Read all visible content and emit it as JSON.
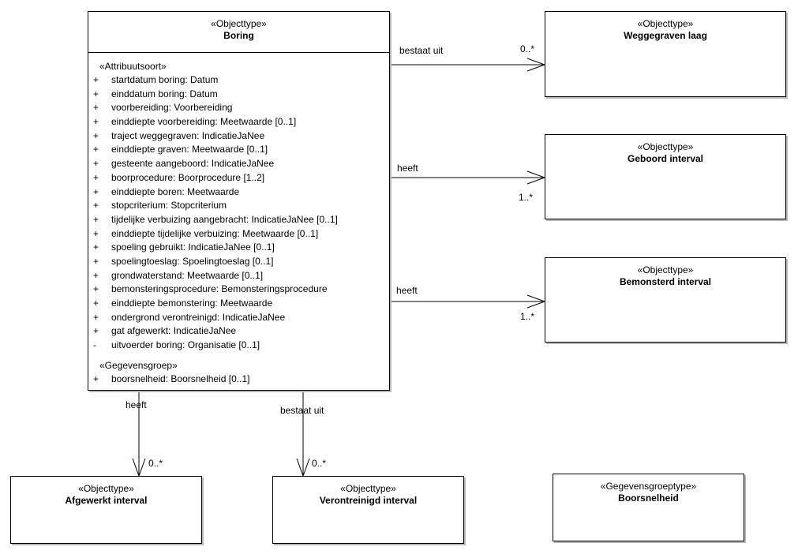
{
  "main_class": {
    "stereotype": "«Objecttype»",
    "name": "Boring",
    "attributes_header": "«Attribuutsoort»",
    "attributes": [
      {
        "vis": "+",
        "text": "startdatum boring: Datum"
      },
      {
        "vis": "+",
        "text": "einddatum boring: Datum"
      },
      {
        "vis": "+",
        "text": "voorbereiding: Voorbereiding"
      },
      {
        "vis": "+",
        "text": "einddiepte voorbereiding: Meetwaarde [0..1]"
      },
      {
        "vis": "+",
        "text": "traject weggegraven: IndicatieJaNee"
      },
      {
        "vis": "+",
        "text": "einddiepte graven: Meetwaarde [0..1]"
      },
      {
        "vis": "+",
        "text": "gesteente aangeboord: IndicatieJaNee"
      },
      {
        "vis": "+",
        "text": "boorprocedure: Boorprocedure [1..2]"
      },
      {
        "vis": "+",
        "text": "einddiepte boren: Meetwaarde"
      },
      {
        "vis": "+",
        "text": "stopcriterium: Stopcriterium"
      },
      {
        "vis": "+",
        "text": "tijdelijke verbuizing aangebracht: IndicatieJaNee [0..1]"
      },
      {
        "vis": "+",
        "text": "einddiepte tijdelijke verbuizing: Meetwaarde [0..1]"
      },
      {
        "vis": "+",
        "text": "spoeling gebruikt: IndicatieJaNee [0..1]"
      },
      {
        "vis": "+",
        "text": "spoelingtoeslag: Spoelingtoeslag [0..1]"
      },
      {
        "vis": "+",
        "text": "grondwaterstand: Meetwaarde [0..1]"
      },
      {
        "vis": "+",
        "text": "bemonsteringsprocedure: Bemonsteringsprocedure"
      },
      {
        "vis": "+",
        "text": "einddiepte bemonstering: Meetwaarde"
      },
      {
        "vis": "+",
        "text": "ondergrond verontreinigd: IndicatieJaNee"
      },
      {
        "vis": "+",
        "text": "gat afgewerkt: IndicatieJaNee"
      },
      {
        "vis": "-",
        "text": "uitvoerder boring: Organisatie [0..1]"
      }
    ],
    "group_header": "«Gegevensgroep»",
    "group_attributes": [
      {
        "vis": "+",
        "text": "boorsnelheid: Boorsnelheid [0..1]"
      }
    ]
  },
  "classes": {
    "weggegraven": {
      "stereotype": "«Objecttype»",
      "name": "Weggegraven laag"
    },
    "geboord": {
      "stereotype": "«Objecttype»",
      "name": "Geboord interval"
    },
    "bemonsterd": {
      "stereotype": "«Objecttype»",
      "name": "Bemonsterd interval"
    },
    "afgewerkt": {
      "stereotype": "«Objecttype»",
      "name": "Afgewerkt interval"
    },
    "verontreinigd": {
      "stereotype": "«Objecttype»",
      "name": "Verontreinigd interval"
    },
    "boorsnelheid": {
      "stereotype": "«Gegevensgroeptype»",
      "name": "Boorsnelheid"
    }
  },
  "associations": {
    "weggegraven": {
      "label": "bestaat uit",
      "multiplicity": "0..*"
    },
    "geboord": {
      "label": "heeft",
      "multiplicity": "1..*"
    },
    "bemonsterd": {
      "label": "heeft",
      "multiplicity": "1..*"
    },
    "afgewerkt": {
      "label": "heeft",
      "multiplicity": "0..*"
    },
    "verontreinigd": {
      "label": "bestaat uit",
      "multiplicity": "0..*"
    }
  }
}
